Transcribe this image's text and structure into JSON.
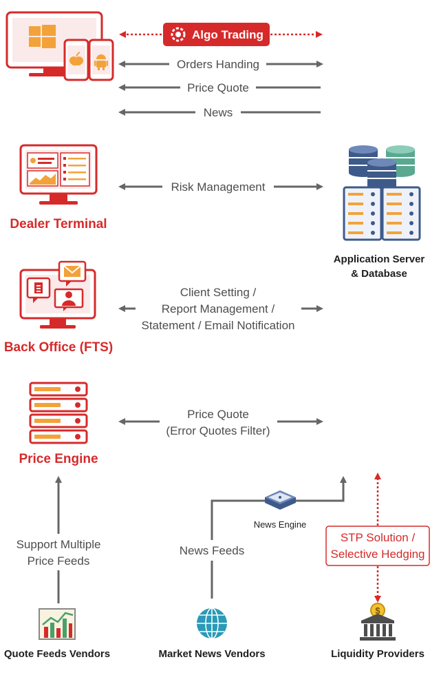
{
  "colors": {
    "accent_red": "#d62a2a",
    "arrow_gray": "#666666",
    "server_orange": "#f3a23a",
    "db_blue": "#3d5a8a",
    "db_teal": "#5aa890"
  },
  "top_block": {
    "algo_trading": "Algo Trading",
    "orders": "Orders Handing",
    "price_quote": "Price Quote",
    "news": "News",
    "icons": [
      "windows-icon",
      "apple-icon",
      "android-icon",
      "algo-gear-icon"
    ]
  },
  "dealer": {
    "label": "Dealer Terminal",
    "flow": "Risk Management"
  },
  "app_server": {
    "line1": "Application Server",
    "line2": "& Database"
  },
  "back_office": {
    "label": "Back Office (FTS)",
    "flow_line1": "Client Setting /",
    "flow_line2": "Report Management /",
    "flow_line3": "Statement / Email Notification"
  },
  "price_engine": {
    "label": "Price Engine",
    "flow_line1": "Price Quote",
    "flow_line2": "(Error Quotes Filter)"
  },
  "feeds": {
    "support_line1": "Support Multiple",
    "support_line2": "Price Feeds",
    "news_feeds": "News Feeds",
    "news_engine": "News Engine",
    "stp_line1": "STP Solution /",
    "stp_line2": "Selective Hedging"
  },
  "vendors": {
    "quote": "Quote Feeds Vendors",
    "news": "Market News Vendors",
    "liquidity": "Liquidity Providers"
  }
}
